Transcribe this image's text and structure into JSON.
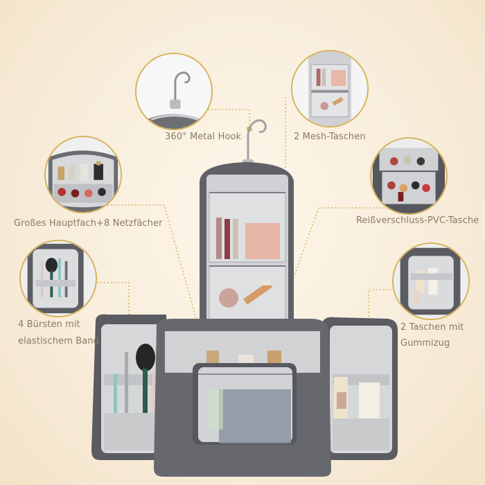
{
  "labels": {
    "hook": "360° Metal Hook",
    "mesh": "2 Mesh-Taschen",
    "main": "Großes Hauptfach+8 Netzfächer",
    "pvc": "Reißverschluss-PVC-Tasche",
    "brushes_line1": "4 Bürsten mit",
    "brushes_line2": "elastischem Band",
    "elastic_line1": "2 Taschen mit",
    "elastic_line2": "Gummizug"
  },
  "colors": {
    "accent": "#d7b25a",
    "label_text": "#8a7a63",
    "bag_grey": "#5d5f64",
    "lining": "#c9cbce"
  },
  "icons": [
    "hook-callout-image",
    "mesh-callout-image",
    "main-compartment-callout-image",
    "pvc-pocket-callout-image",
    "brush-callout-image",
    "elastic-pocket-callout-image"
  ]
}
